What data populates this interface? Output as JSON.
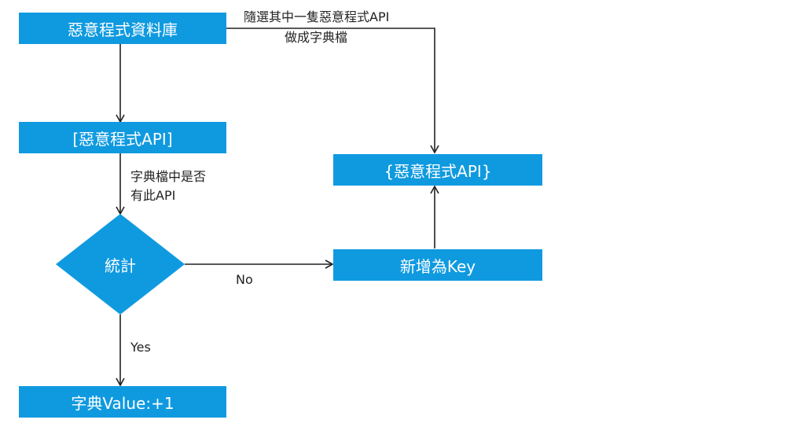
{
  "nodes": {
    "database": "惡意程式資料庫",
    "api_list": "[惡意程式API]",
    "decision": "統計",
    "dict_value": "字典Value:+1",
    "add_key": "新增為Key",
    "api_set": "{惡意程式API}"
  },
  "edge_labels": {
    "random_select_line1": "隨選其中一隻惡意程式API",
    "random_select_line2": "做成字典檔",
    "check_line1": "字典檔中是否",
    "check_line2": "有此API",
    "no": "No",
    "yes": "Yes"
  },
  "colors": {
    "node_fill": "#0f9ae0",
    "node_text": "#ffffff",
    "line": "#222222"
  }
}
